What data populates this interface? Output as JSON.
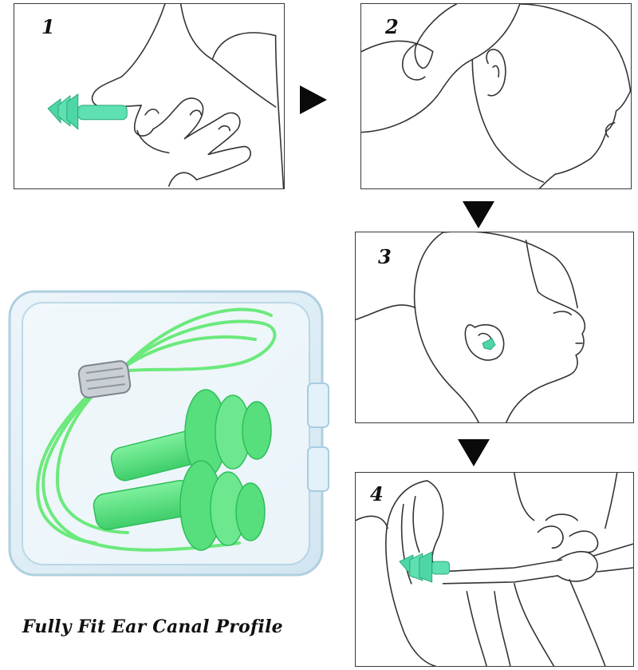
{
  "steps": [
    {
      "number": "1"
    },
    {
      "number": "2"
    },
    {
      "number": "3"
    },
    {
      "number": "4"
    }
  ],
  "caption": "Fully Fit Ear Canal Profile",
  "colors": {
    "earplug_green": "#5fe08a",
    "earplug_teal": "#4fd6a6",
    "case_blue": "#b9d6e6",
    "line": "#222222",
    "arrow": "#0a0a0a"
  },
  "icons": [
    "arrow-right-icon",
    "arrow-down-icon",
    "arrow-down-icon"
  ]
}
